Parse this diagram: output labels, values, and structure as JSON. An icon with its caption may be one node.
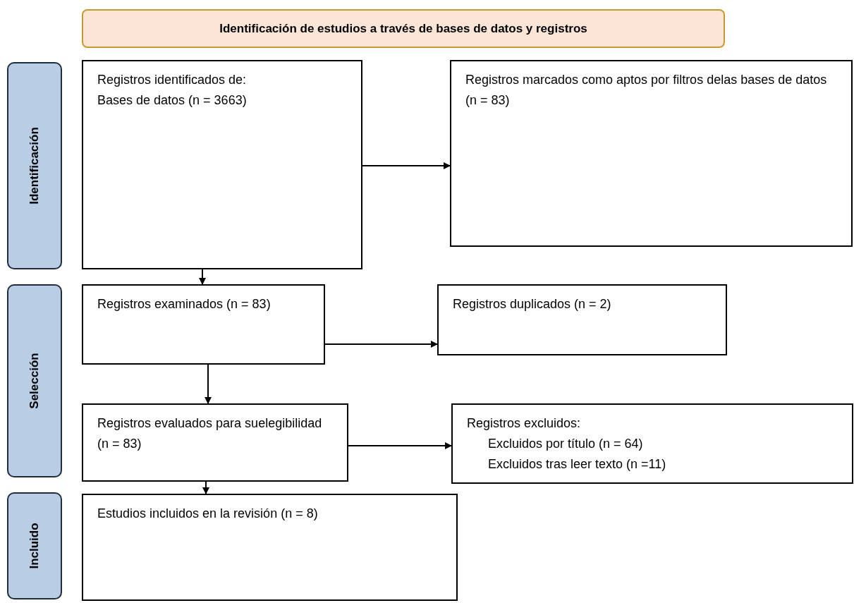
{
  "diagram": {
    "nodes": [
      {
        "text": [
          "Identificación de estudios a través de bases de datos y registros"
        ]
      },
      {
        "text": [
          "Identificación"
        ]
      },
      {
        "text": [
          "Selección"
        ]
      },
      {
        "text": [
          "Incluido"
        ]
      },
      {
        "text": [
          "Registros identificados de:",
          "Bases de datos (n = 3663)"
        ]
      },
      {
        "text": [
          "Registros marcados como aptos por filtros delas bases de datos (n = 83)"
        ]
      },
      {
        "text": [
          "Registros examinados (n = 83)"
        ]
      },
      {
        "text": [
          "Registros duplicados (n = 2)"
        ]
      },
      {
        "text": [
          "Registros evaluados para suelegibilidad (n = 83)"
        ]
      },
      {
        "text": [
          "Registros excluidos:",
          "Excluidos por título (n = 64)",
          "Excluidos tras leer texto (n =11)"
        ]
      },
      {
        "text": [
          "Estudios incluidos en la revisión (n = 8)"
        ]
      }
    ],
    "edges": [
      {
        "from": 4,
        "to": 5,
        "arrow": "to"
      },
      {
        "from": 4,
        "to": 6,
        "arrow": "to"
      },
      {
        "from": 6,
        "to": 7,
        "arrow": "to"
      },
      {
        "from": 6,
        "to": 8,
        "arrow": "to"
      },
      {
        "from": 8,
        "to": 9,
        "arrow": "to"
      },
      {
        "from": 8,
        "to": 10,
        "arrow": "to"
      }
    ]
  }
}
